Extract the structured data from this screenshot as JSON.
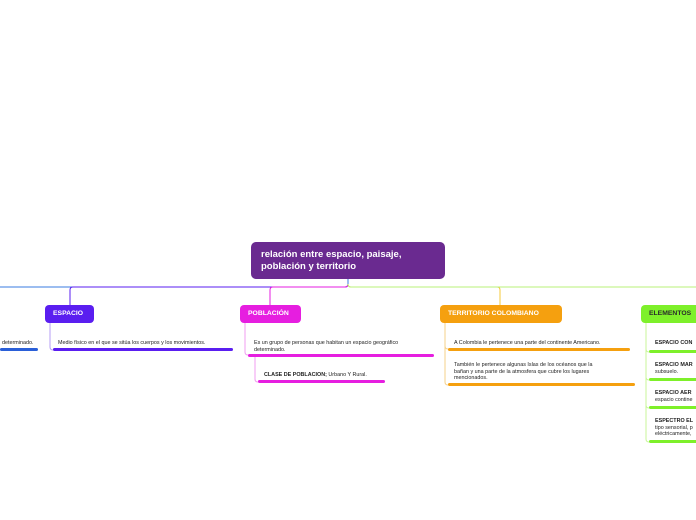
{
  "root": {
    "title_line1": "relación entre espacio, paisaje,",
    "title_line2": "población y territorio"
  },
  "branches": {
    "espacio": {
      "label": "ESPACIO",
      "color": "#5a1ef0",
      "leaves": [
        "Medio físico en el que se sitúa los cuerpos y los movimientos."
      ]
    },
    "offscreen_left": {
      "color": "#3a7be0",
      "leaves": [
        "determinado."
      ]
    },
    "poblacion": {
      "label": "POBLACIÓN",
      "color": "#e61ee0",
      "leaves": [
        {
          "line1": "Es un grupo de personas que habitan un espacio geográfico",
          "line2": "determinado."
        },
        {
          "strong": "CLASE DE POBLACIÓN;",
          "rest": " Urbano Y Rural."
        }
      ]
    },
    "territorio": {
      "label": "TERRITORIO COLOMBIANO",
      "color": "#f5a00f",
      "leaves": [
        {
          "line1": "A Colombia le pertenece una parte del continente Americano."
        },
        {
          "line1": "También le pertenece algunas Islas de los océanos que  la",
          "line2": "bañan y una parte de la atmosfera que cubre los lugares",
          "line3": "mencionados."
        }
      ]
    },
    "elementos": {
      "label": "ELEMENTOS",
      "color": "#7ef02a",
      "leaves": [
        {
          "strong": "ESPACIO CON"
        },
        {
          "strong": "ESPACIO MAR",
          "line2": "subsuelo."
        },
        {
          "strong": "ESPACIO AÉR",
          "line2": "espacio contine"
        },
        {
          "strong": "ESPECTRO EL",
          "line2": "tipo sensorial, p",
          "line3": "eléctricamente,"
        }
      ]
    }
  }
}
